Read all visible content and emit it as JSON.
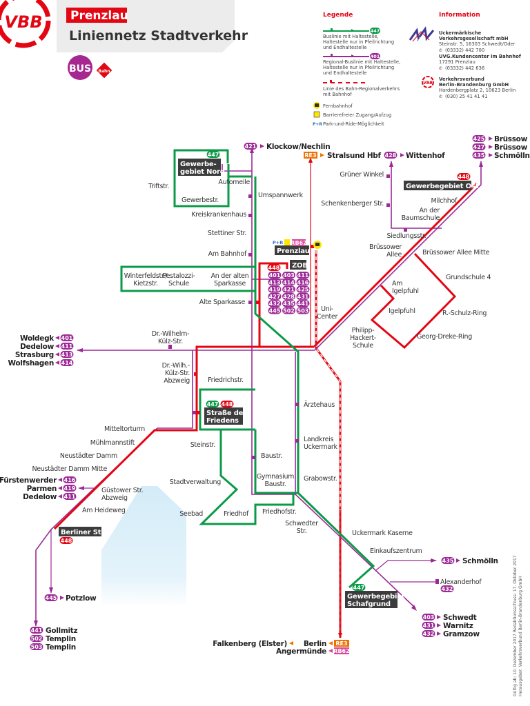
{
  "header": {
    "logo": "VBB",
    "title": "Prenzlau",
    "subtitle": "Liniennetz Stadtverkehr",
    "bus_label": "BUS",
    "bahn_label": "Bahn"
  },
  "legend": {
    "heading": "Legende",
    "bus_route": "447",
    "bus_text": [
      "Buslinie mit Haltestelle,",
      "Haltestelle nur in Pfeilrichtung",
      "und Endhaltestelle"
    ],
    "regional_route": "401",
    "regional_text": [
      "Regional-Buslinie mit Haltestelle,",
      "Haltestelle nur in Pfeilrichtung",
      "und Endhaltestelle"
    ],
    "rail_text": [
      "Linie des Bahn-Regionalverkehrs",
      "mit Bahnhof"
    ],
    "fernbahnhof": "Fernbahnhof",
    "barrierefrei": "Barrierefreier Zugang/Aufzug",
    "pr_symbol": "P+R",
    "park_ride": "Park-und-Ride-Möglichkeit"
  },
  "info": {
    "heading": "Information",
    "uvg_logo": "UVG",
    "uvg": [
      "Uckermärkische",
      "Verkehrsgesellschaft mbH",
      "Steinstr. 5, 16303 Schwedt/Oder",
      "(03332) 442 700",
      "UVG.Kundencenter im Bahnhof",
      "17291 Prenzlau",
      "(03332) 442 636"
    ],
    "vbb": [
      "Verkehrsverbund",
      "Berlin-Brandenburg GmbH",
      "Hardenbergplatz 2, 10623 Berlin",
      "(030) 25 41 41 41"
    ],
    "vbb_logo": "VBB"
  },
  "colors": {
    "bus": "#0b9a48",
    "regional": "#9c2a96",
    "rail": "#e30613",
    "re": "#ee7203",
    "rb": "#d9479a",
    "box": "#3c3c3c"
  },
  "stops": {
    "triftstr": "Triftstr.",
    "gewerbestr": "Gewerbestr.",
    "automeile": "Automeile",
    "umspannwerk": "Umspannwerk",
    "kreiskrankenhaus": "Kreiskrankenhaus",
    "stettiner": "Stettiner Str.",
    "am_bahnhof": "Am Bahnhof",
    "winterfeld": [
      "Winterfeldstr./",
      "Kietzstr."
    ],
    "pestalozzi": [
      "Pestalozzi-",
      "Schule"
    ],
    "alten_sparkasse": [
      "An der alten",
      "Sparkasse"
    ],
    "alte_sparkasse": "Alte Sparkasse",
    "uni_center": [
      "Uni-",
      "Center"
    ],
    "gruener_winkel": "Grüner Winkel",
    "schenkenberger": "Schenkenberger Str.",
    "siedlungsstr": "Siedlungsstr.",
    "milchhof": "Milchhof",
    "baumschule": [
      "An der",
      "Baumschule"
    ],
    "bruessower_allee": [
      "Brüssower",
      "Allee"
    ],
    "bruessower_mitte": "Brüssower Allee Mitte",
    "grundschule": "Grundschule 4",
    "am_igelpfuhl": [
      "Am",
      "Igelpfuhl"
    ],
    "igelpfuhl": "Igelpfuhl",
    "schulz_ring": "R.-Schulz-Ring",
    "philipp": [
      "Philipp-",
      "Hackert-",
      "Schule"
    ],
    "dreke_ring": "Georg-Dreke-Ring",
    "kuelz": [
      "Dr.-Wilhelm-",
      "Külz-Str."
    ],
    "kuelz_abzweig": [
      "Dr.-Wilh.-",
      "Külz-Str.",
      "Abzweig"
    ],
    "friedrichstr": "Friedrichstr.",
    "aerztehaus": "Ärztehaus",
    "landkreis": [
      "Landkreis",
      "Uckermark"
    ],
    "steinstr": "Steinstr.",
    "baustr": "Baustr.",
    "gymnasium": [
      "Gymnasium",
      "Baustr."
    ],
    "grabowstr": "Grabowstr.",
    "stadtverwaltung": "Stadtverwaltung",
    "seebad": "Seebad",
    "friedhof": "Friedhof",
    "friedhofstr": "Friedhofstr.",
    "schwedter": [
      "Schwedter",
      "Str."
    ],
    "kaserne": "Uckermark Kaserne",
    "einkaufszentrum": "Einkaufszentrum",
    "alexanderhof": "Alexanderhof",
    "mitteltorturm": "Mitteltorturm",
    "muehlmannstift": "Mühlmannstift",
    "neustaedter": "Neustädter Damm",
    "neustaedter_mitte": "Neustädter Damm Mitte",
    "guestower": [
      "Güstower Str.",
      "Abzweig"
    ],
    "heideweg": "Am Heideweg"
  },
  "major_stops": {
    "gewerbe_nord": [
      "Gewerbe-",
      "gebiet Nord"
    ],
    "gewerbe_ost": "Gewerbegebiet Ost",
    "prenzlau": "Prenzlau",
    "zob": "ZOB",
    "friedens": [
      "Straße des",
      "Friedens"
    ],
    "berliner": "Berliner Str.",
    "schafgrund": [
      "Gewerbegebiet",
      "Schafgrund"
    ]
  },
  "destinations": {
    "klockow": {
      "route": "421",
      "name": "Klockow/Nechlin"
    },
    "stralsund": {
      "route": "RE3",
      "name": "Stralsund Hbf"
    },
    "wittenhof": {
      "route": "428",
      "name": "Wittenhof"
    },
    "ne": [
      {
        "route": "425",
        "name": "Brüssow"
      },
      {
        "route": "427",
        "name": "Brüssow"
      },
      {
        "route": "435",
        "name": "Schmölln"
      }
    ],
    "west": [
      {
        "route": "401",
        "name": "Woldegk"
      },
      {
        "route": "411",
        "name": "Dedelow"
      },
      {
        "route": "413",
        "name": "Strasburg"
      },
      {
        "route": "414",
        "name": "Wolfshagen"
      }
    ],
    "southwest": [
      {
        "route": "416",
        "name": "Fürstenwerder"
      },
      {
        "route": "419",
        "name": "Parmen"
      },
      {
        "route": "411",
        "name": "Dedelow"
      }
    ],
    "potzlow": {
      "route": "445",
      "name": "Potzlow"
    },
    "south": [
      {
        "route": "441",
        "name": "Gollmitz"
      },
      {
        "route": "502",
        "name": "Templin"
      },
      {
        "route": "503",
        "name": "Templin"
      }
    ],
    "schmoelln": {
      "route": "435",
      "name": "Schmölln"
    },
    "alexanderhof_route": "432",
    "southeast": [
      {
        "route": "403",
        "name": "Schwedt"
      },
      {
        "route": "431",
        "name": "Warnitz"
      },
      {
        "route": "432",
        "name": "Gramzow"
      }
    ],
    "rail_south": {
      "re": "RE3",
      "rb": "RB62",
      "berlin": "Berlin",
      "falkenberg": "Falkenberg (Elster)",
      "angermuende": "Angermünde"
    }
  },
  "route_badges": {
    "nord": "447",
    "friedens_bus": "447",
    "friedens_448": "448",
    "berliner": "448",
    "ost": "448",
    "schafgrund": "447",
    "prenzlau_rb": "RB62",
    "pr": "P+R",
    "zob_448": "448",
    "zob": [
      "401",
      "403",
      "411",
      "413",
      "414",
      "416",
      "419",
      "421",
      "425",
      "427",
      "428",
      "431",
      "432",
      "435",
      "441",
      "445",
      "502",
      "503"
    ]
  },
  "validity": {
    "line1": "Gültig ab: 10. Dezember 2017  Redaktionsschluss: 17. Oktober 2017",
    "line2": "Herausgeber: Verkehrsverbund Berlin-Brandenburg GmbH"
  }
}
